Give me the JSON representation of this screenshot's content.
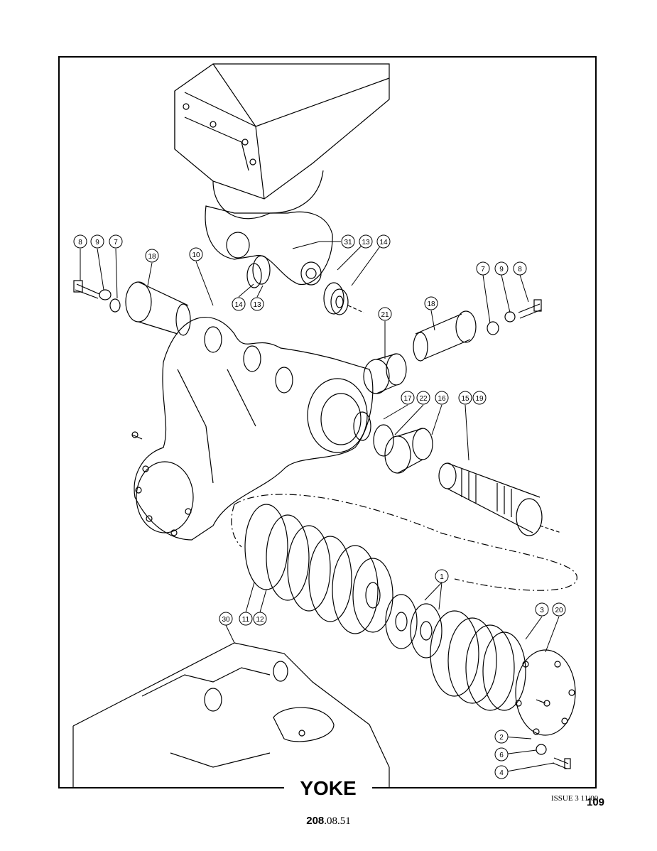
{
  "title": "YOKE",
  "issue": "ISSUE 3 11/00",
  "page_number": "109",
  "document_number_bold": "208",
  "document_number_rest": ".08.51",
  "callouts": [
    "8",
    "9",
    "7",
    "18",
    "10",
    "31",
    "13",
    "14",
    "14",
    "13",
    "7",
    "9",
    "8",
    "18",
    "21",
    "17",
    "22",
    "16",
    "15",
    "19",
    "1",
    "11",
    "12",
    "30",
    "3",
    "20",
    "2",
    "6",
    "4"
  ]
}
